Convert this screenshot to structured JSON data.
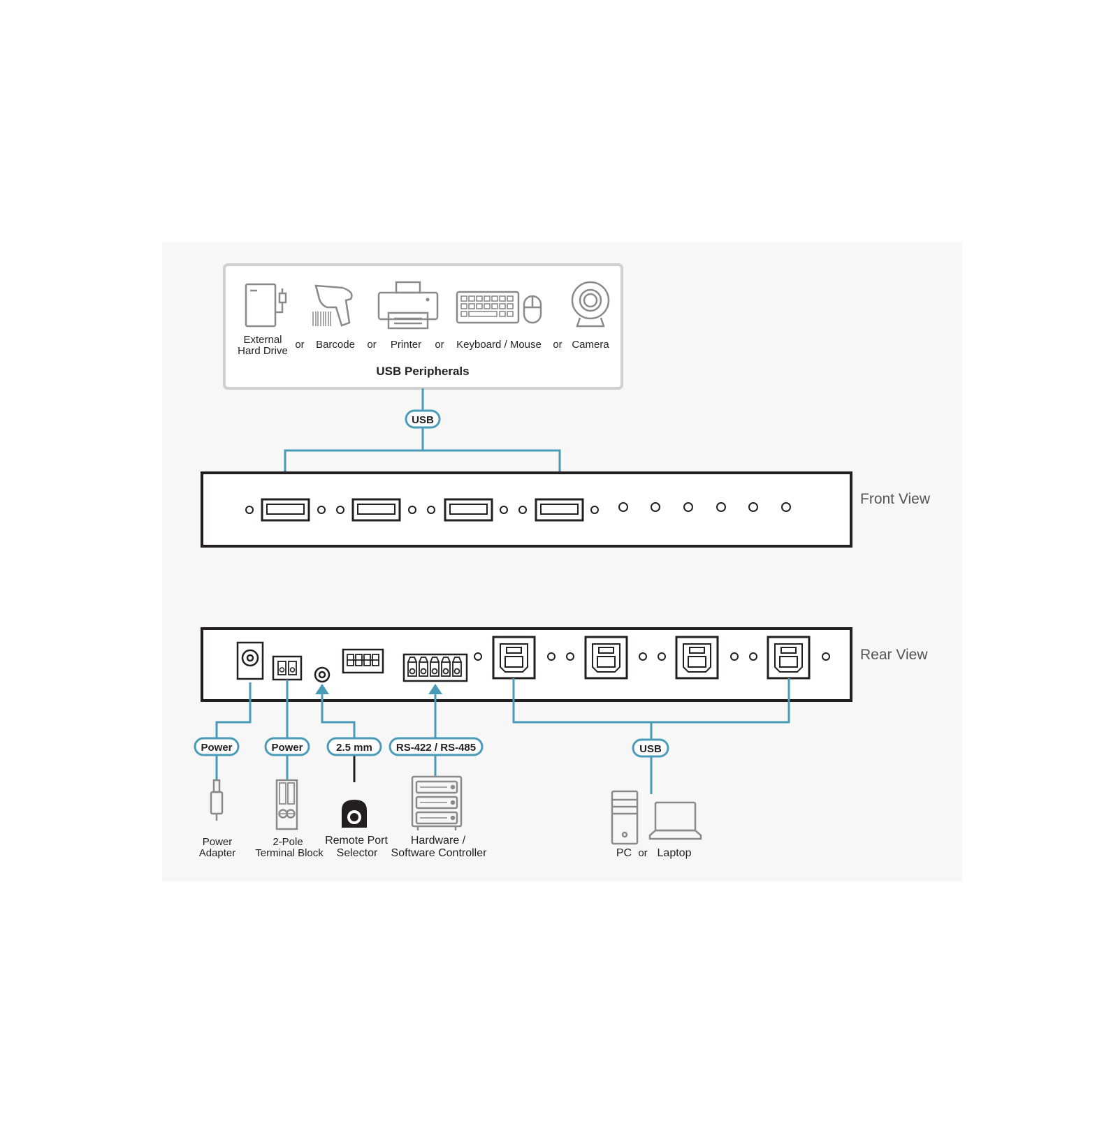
{
  "colors": {
    "background": "#ffffff",
    "panel": "#f7f7f7",
    "device": "#231f20",
    "cable": "#4a9bb8",
    "badge_fill": "#ffffff",
    "icon": "#8a8a8a",
    "text": "#231f20",
    "view_text": "#555555",
    "peripheral_box_border": "#d0d0d0"
  },
  "peripherals": {
    "title": "USB Peripherals",
    "items": [
      {
        "label_line1": "External",
        "label_line2": "Hard Drive",
        "icon": "external-hard-drive-icon"
      },
      {
        "label_line1": "Barcode",
        "label_line2": "",
        "icon": "barcode-scanner-icon"
      },
      {
        "label_line1": "Printer",
        "label_line2": "",
        "icon": "printer-icon"
      },
      {
        "label_line1": "Keyboard / Mouse",
        "label_line2": "",
        "icon": "keyboard-mouse-icon"
      },
      {
        "label_line1": "Camera",
        "label_line2": "",
        "icon": "camera-icon"
      }
    ],
    "separator": "or"
  },
  "front": {
    "view_label": "Front View",
    "usb_badge": "USB"
  },
  "rear": {
    "view_label": "Rear View",
    "connections": [
      {
        "badge": "Power",
        "label_line1": "Power",
        "label_line2": "Adapter",
        "icon": "power-adapter-icon"
      },
      {
        "badge": "Power",
        "label_line1": "2-Pole",
        "label_line2": "Terminal Block",
        "icon": "terminal-block-icon"
      },
      {
        "badge": "2.5 mm",
        "label_line1": "Remote Port",
        "label_line2": "Selector",
        "icon": "remote-port-selector-icon"
      },
      {
        "badge": "RS-422 / RS-485",
        "label_line1": "Hardware /",
        "label_line2": "Software Controller",
        "icon": "controller-icon"
      }
    ],
    "host": {
      "badge": "USB",
      "pc_label": "PC",
      "or_label": "or",
      "laptop_label": "Laptop"
    }
  }
}
